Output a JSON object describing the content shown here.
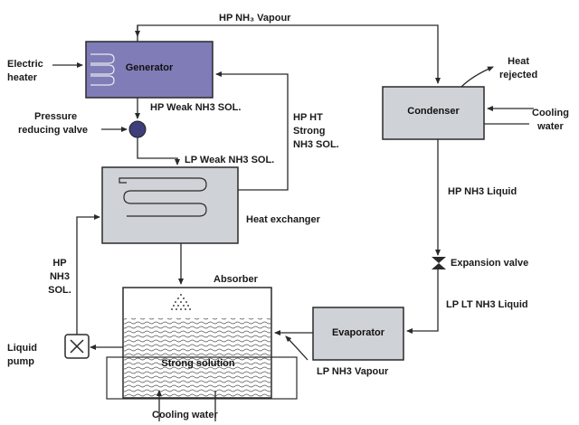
{
  "components": {
    "generator": "Generator",
    "condenser": "Condenser",
    "heat_exchanger": "Heat exchanger",
    "absorber": "Absorber",
    "evaporator": "Evaporator",
    "strong_solution": "Strong solution",
    "expansion_valve": "Expansion valve",
    "pressure_reducing_valve": [
      "Pressure",
      "reducing valve"
    ],
    "liquid_pump": [
      "Liquid",
      "pump"
    ],
    "electric_heater": [
      "Electric",
      "heater"
    ]
  },
  "streams": {
    "hp_vapour": "HP NH₃ Vapour",
    "hp_weak_sol": "HP Weak NH3 SOL.",
    "lp_weak_sol": "LP Weak NH3 SOL.",
    "hp_ht_strong": [
      "HP HT",
      "Strong",
      "NH3 SOL."
    ],
    "hp_nh3_sol": [
      "HP",
      "NH3",
      "SOL."
    ],
    "hp_liquid": "HP NH3 Liquid",
    "lp_lt_liquid": "LP LT NH3 Liquid",
    "lp_vapour": "LP NH3 Vapour",
    "heat_rejected": [
      "Heat",
      "rejected"
    ],
    "cooling_water_condenser": [
      "Cooling",
      "water"
    ],
    "cooling_water_absorber": "Cooling water"
  },
  "colors": {
    "generator_fill": "#7f7cb8",
    "box_fill": "#cfd2d6",
    "line": "#2a2a2a"
  }
}
